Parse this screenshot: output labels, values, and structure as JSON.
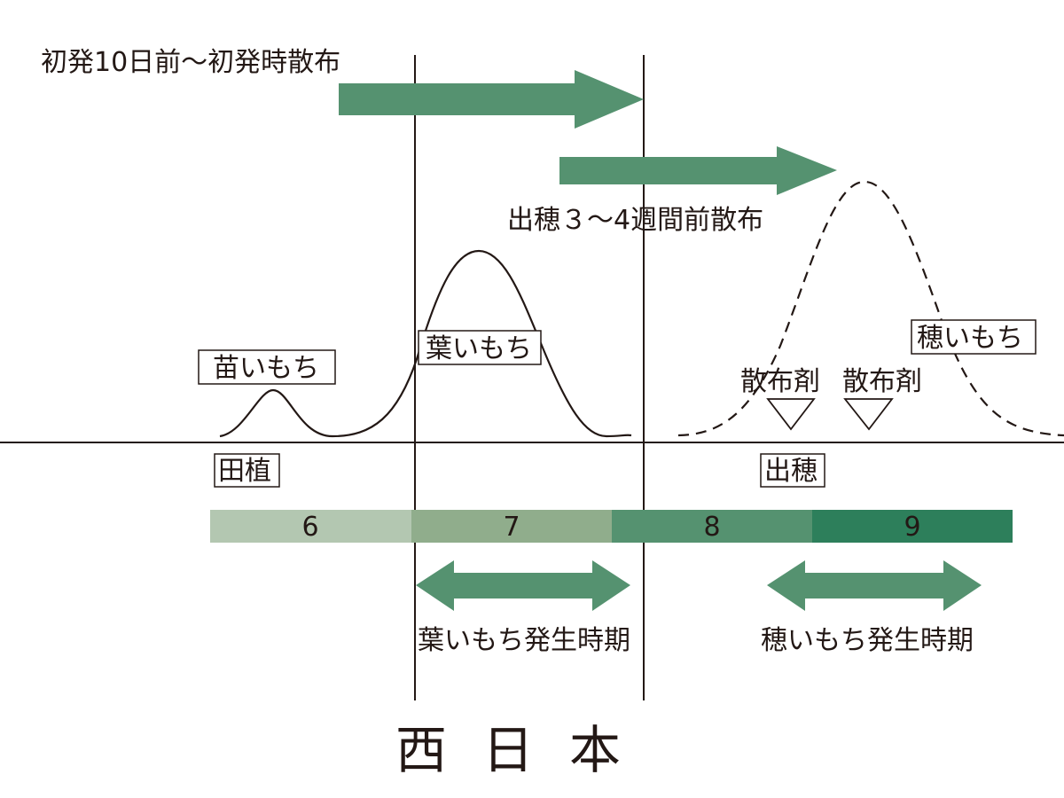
{
  "colors": {
    "arrow": "#559270",
    "month_6": "#b3c7b1",
    "month_7": "#90ad8c",
    "month_8": "#559270",
    "month_9": "#2d7f5b",
    "line": "#231815"
  },
  "arrows": {
    "spray_first": "初発10日前～初発時散布",
    "spray_heading": "出穂３～4週間前散布"
  },
  "disease": {
    "seedling_blast": "苗いもち",
    "leaf_blast": "葉いもち",
    "panicle_blast": "穂いもち"
  },
  "spray_markers": [
    "散布剤",
    "散布剤"
  ],
  "events": {
    "transplanting": "田植",
    "heading": "出穂"
  },
  "months": [
    "6",
    "7",
    "8",
    "9"
  ],
  "periods": {
    "leaf_blast_period": "葉いもち発生時期",
    "panicle_blast_period": "穂いもち発生時期"
  },
  "region": "西日本"
}
